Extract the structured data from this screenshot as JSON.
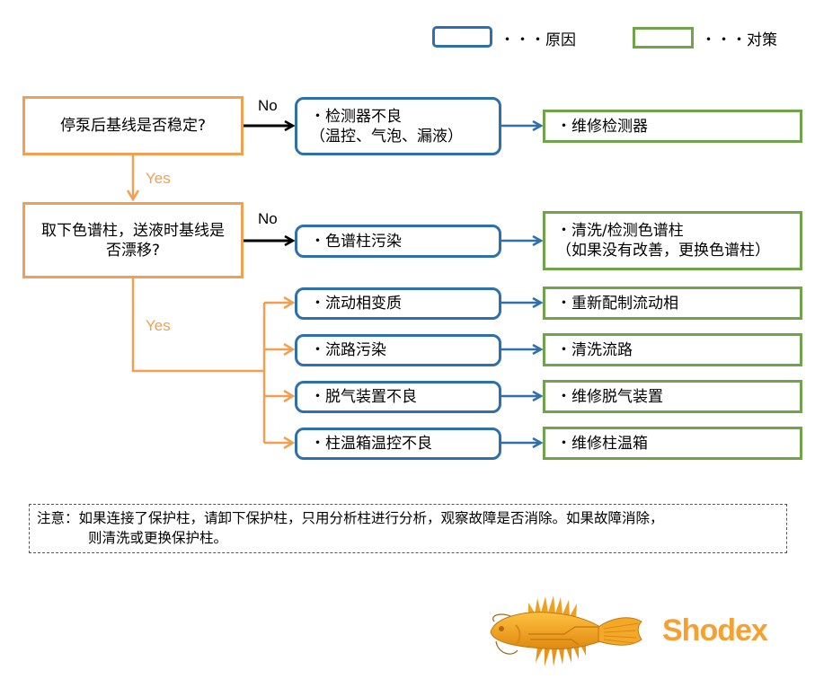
{
  "legend": {
    "cause": {
      "label": "・・・原因",
      "color": "#2e6fad"
    },
    "action": {
      "label": "・・・对策",
      "color": "#6fa44a"
    }
  },
  "colors": {
    "question_border": "#f0a050",
    "yes_label": "#f0a050",
    "no_arrow": "#000000",
    "cause_arrow": "#2e6fad",
    "brand": "#f5a030"
  },
  "questions": [
    {
      "text": "停泵后基线是否稳定?"
    },
    {
      "line1": "取下色谱柱，送液时基线是",
      "line2": "否漂移?"
    }
  ],
  "branch_labels": {
    "no": "No",
    "yes": "Yes"
  },
  "rows": [
    {
      "cause": [
        "・检测器不良",
        "（温控、气泡、漏液）"
      ],
      "action": [
        "・维修检测器"
      ]
    },
    {
      "cause": [
        "・色谱柱污染"
      ],
      "action": [
        "・清洗/检测色谱柱",
        "（如果没有改善，更换色谱柱）"
      ]
    },
    {
      "cause": [
        "・流动相变质"
      ],
      "action": [
        "・重新配制流动相"
      ]
    },
    {
      "cause": [
        "・流路污染"
      ],
      "action": [
        "・清洗流路"
      ]
    },
    {
      "cause": [
        "・脱气装置不良"
      ],
      "action": [
        "・维修脱气装置"
      ]
    },
    {
      "cause": [
        "・柱温箱温控不良"
      ],
      "action": [
        "・维修柱温箱"
      ]
    }
  ],
  "note": {
    "line1": "注意：如果连接了保护柱，请卸下保护柱，只用分析柱进行分析，观察故障是否消除。如果故障消除，",
    "line2": "则清洗或更换保护柱。"
  },
  "logo": {
    "icon": "fish-logo-icon",
    "brand": "Shodex"
  }
}
